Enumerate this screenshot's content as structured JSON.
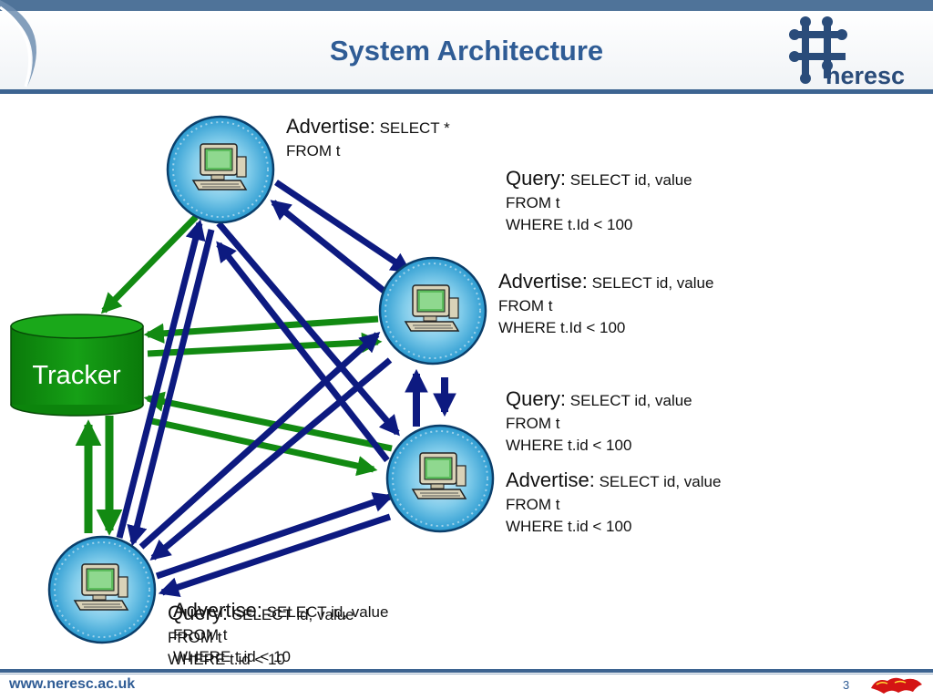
{
  "title": "System Architecture",
  "logo": {
    "text": "neresc"
  },
  "tracker": {
    "label": "Tracker"
  },
  "nodes": [
    {
      "id": "top"
    },
    {
      "id": "right-upper"
    },
    {
      "id": "right-lower"
    },
    {
      "id": "bottom-left"
    }
  ],
  "annotations": {
    "top_advertise": {
      "keyword": "Advertise:",
      "l1": "SELECT *",
      "l2": "FROM t"
    },
    "right_query1": {
      "keyword": "Query:",
      "l1": "SELECT id, value",
      "l2": "FROM t",
      "l3": "WHERE t.Id < 100"
    },
    "right_advertise1": {
      "keyword": "Advertise:",
      "l1": "SELECT id, value",
      "l2": "FROM t",
      "l3": "WHERE t.Id < 100"
    },
    "right_query2": {
      "keyword": "Query:",
      "l1": "SELECT id, value",
      "l2": "FROM t",
      "l3": "WHERE t.id < 100"
    },
    "right_advertise2": {
      "keyword": "Advertise:",
      "l1": "SELECT id, value",
      "l2": "FROM t",
      "l3": "WHERE t.id < 100"
    },
    "bottom_advertise": {
      "keyword": "Advertise:",
      "l1": "SELECT id, value",
      "l2": "FROM t",
      "l3": "WHERE t.id < 10"
    },
    "bottom_query": {
      "keyword": "Query:",
      "l1": "SELECT id, value",
      "l2": "FROM t",
      "l3": "WHERE t.id < 10"
    }
  },
  "footer": {
    "url": "www.neresc.ac.uk",
    "page": "3"
  },
  "colors": {
    "title": "#2f5c95",
    "arrow_blue": "#0d1a80",
    "arrow_green": "#128a12",
    "tracker": "#0e8a0e",
    "node_ring": "#1d86c6"
  }
}
